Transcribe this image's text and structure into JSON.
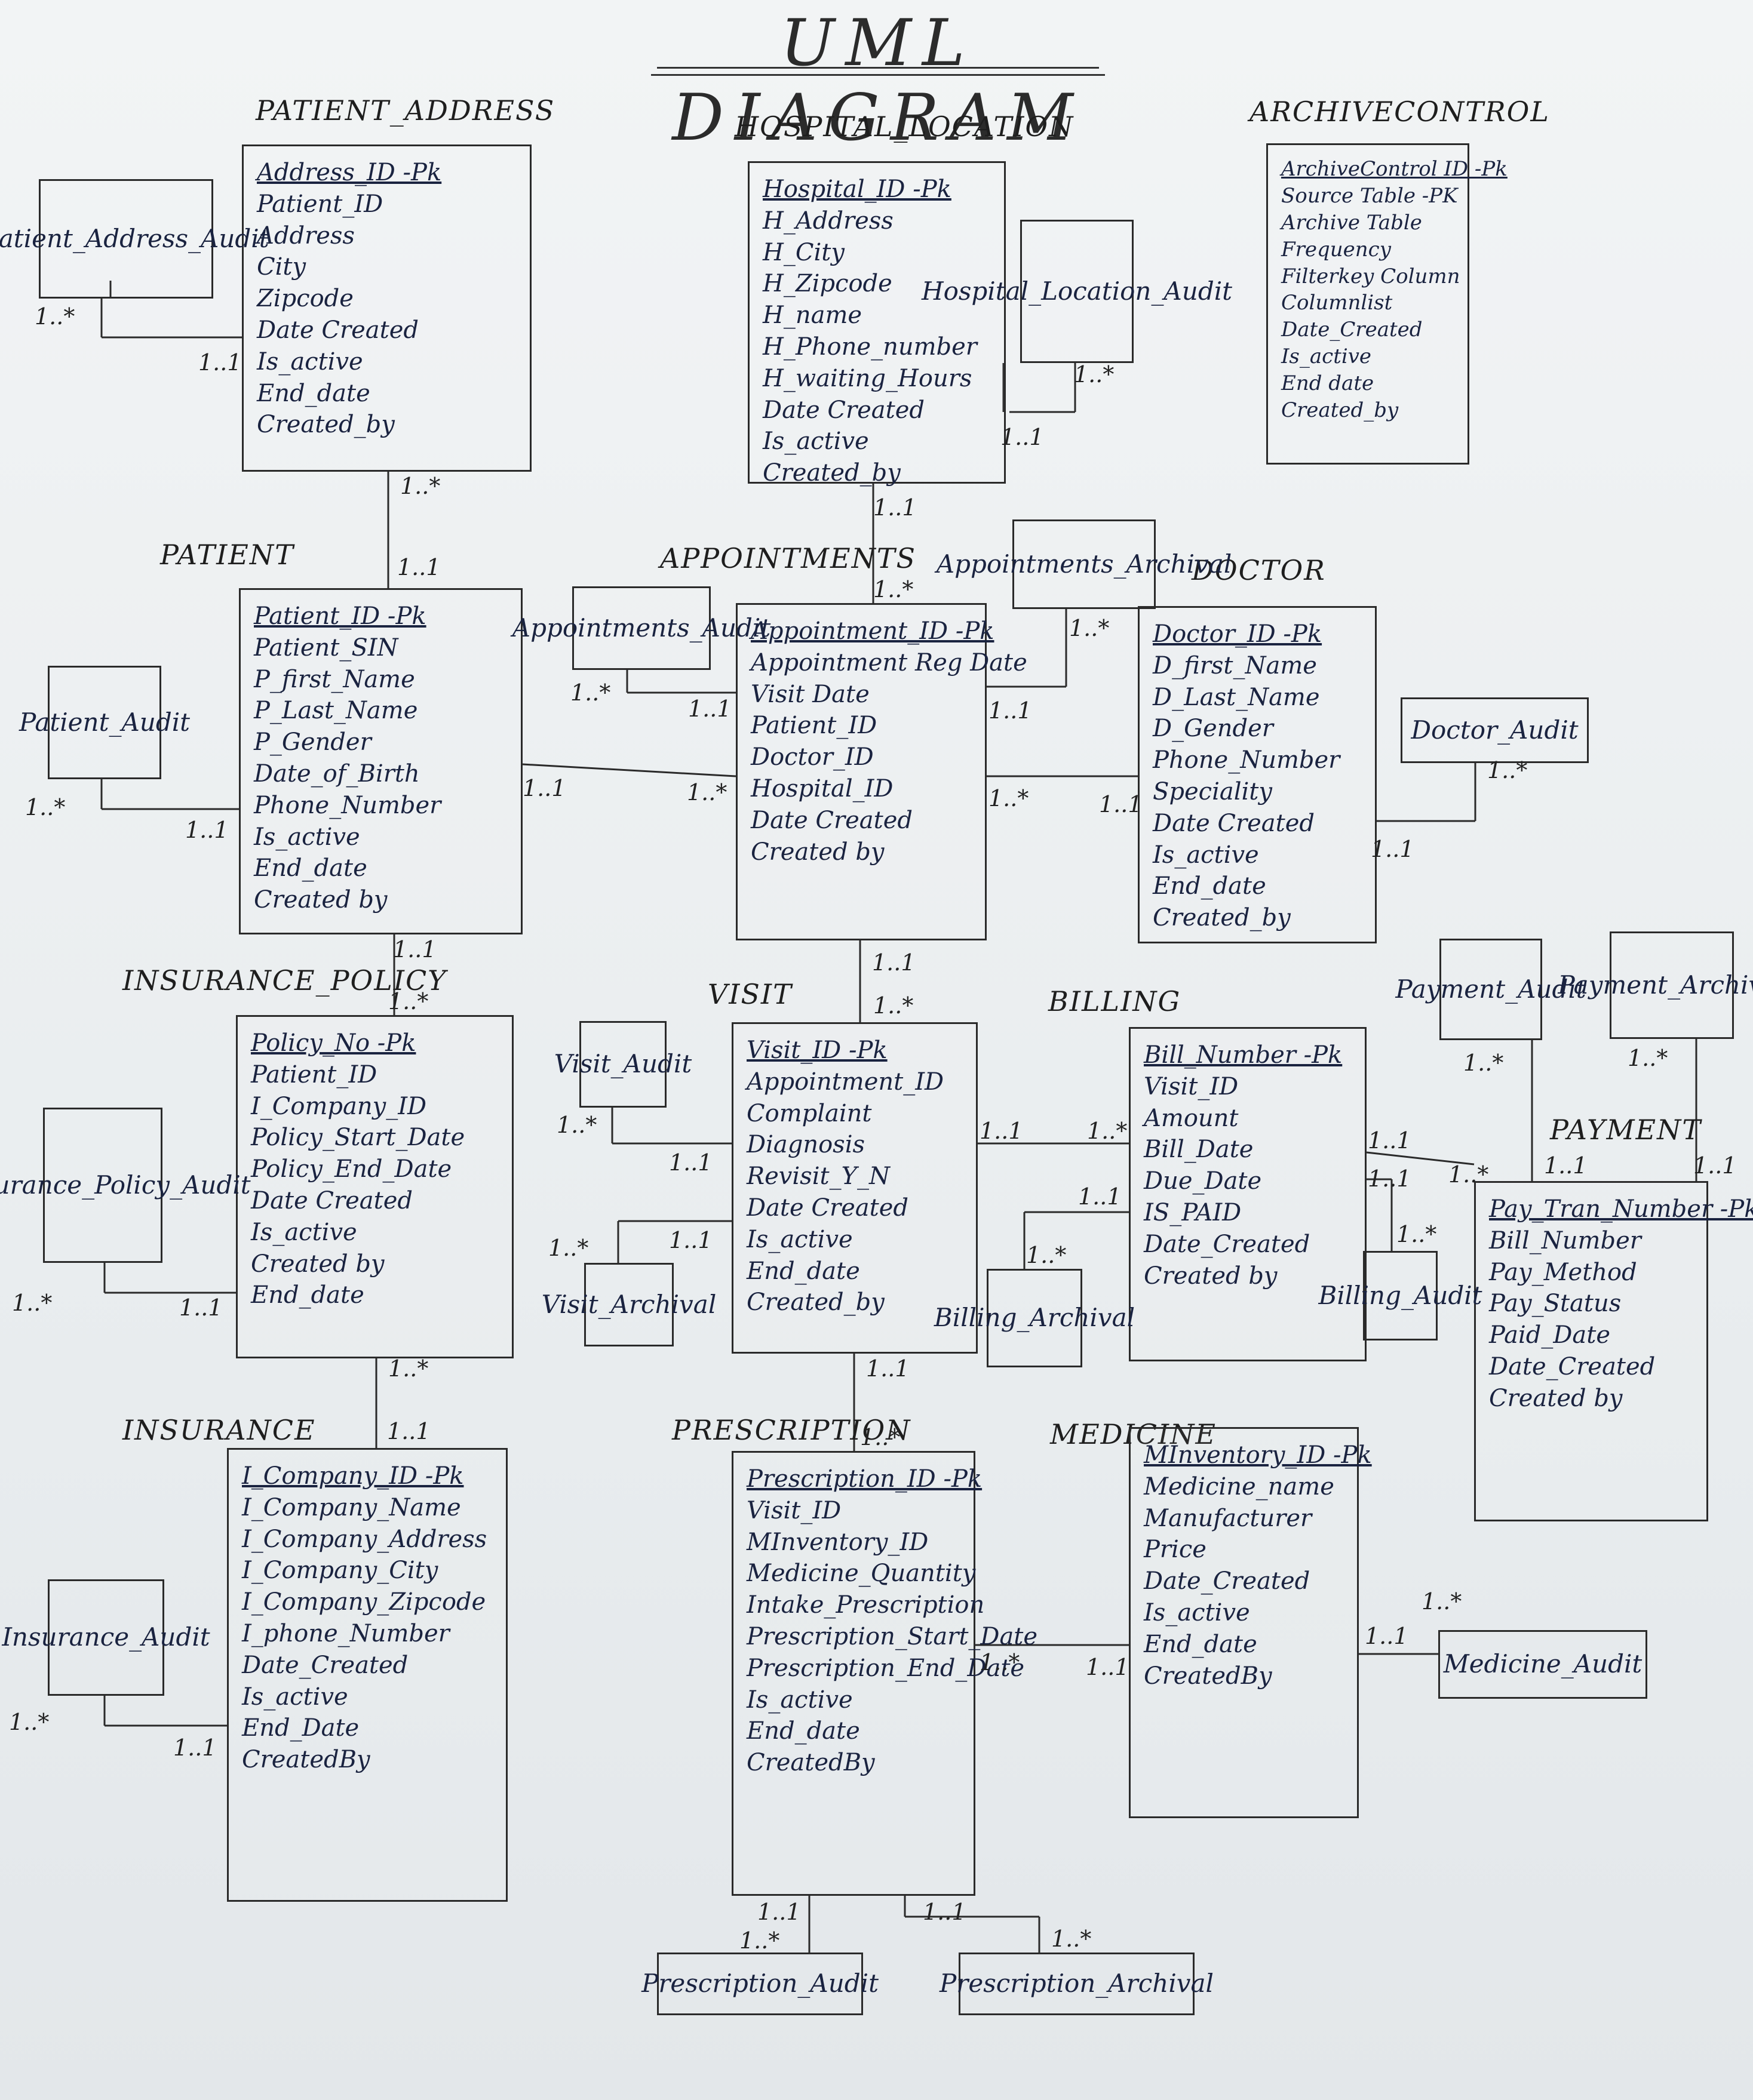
{
  "title": "UML DIAGRAM",
  "entities": {
    "patient_address": {
      "title": "PATIENT_ADDRESS",
      "attrs": [
        "Address_ID -Pk",
        "Patient_ID",
        "Address",
        "City",
        "Zipcode",
        "Date Created",
        "Is_active",
        "End_date",
        "Created_by"
      ]
    },
    "hospital_location": {
      "title": "HOSPITAL_LOCATION",
      "attrs": [
        "Hospital_ID -Pk",
        "H_Address",
        "H_City",
        "H_Zipcode",
        "H_name",
        "H_Phone_number",
        "H_waiting_Hours",
        "Date Created",
        "Is_active",
        "Created_by"
      ]
    },
    "archive_control": {
      "title": "ARCHIVECONTROL",
      "attrs": [
        "ArchiveControl ID -Pk",
        "Source Table -PK",
        "Archive Table",
        "Frequency",
        "Filterkey Column",
        "Columnlist",
        "Date_Created",
        "Is_active",
        "End date",
        "Created_by"
      ]
    },
    "patient": {
      "title": "PATIENT",
      "attrs": [
        "Patient_ID -Pk",
        "Patient_SIN",
        "P_first_Name",
        "P_Last_Name",
        "P_Gender",
        "Date_of_Birth",
        "Phone_Number",
        "Is_active",
        "End_date",
        "Created by"
      ]
    },
    "appointments": {
      "title": "APPOINTMENTS",
      "attrs": [
        "Appointment_ID -Pk",
        "Appointment Reg Date",
        "Visit Date",
        "Patient_ID",
        "Doctor_ID",
        "Hospital_ID",
        "Date Created",
        "Created by"
      ]
    },
    "doctor": {
      "title": "DOCTOR",
      "attrs": [
        "Doctor_ID -Pk",
        "D_first_Name",
        "D_Last_Name",
        "D_Gender",
        "Phone_Number",
        "Speciality",
        "Date Created",
        "Is_active",
        "End_date",
        "Created_by"
      ]
    },
    "insurance_policy": {
      "title": "INSURANCE_POLICY",
      "attrs": [
        "Policy_No -Pk",
        "Patient_ID",
        "I_Company_ID",
        "Policy_Start_Date",
        "Policy_End_Date",
        "Date Created",
        "Is_active",
        "Created by",
        "End_date"
      ]
    },
    "visit": {
      "title": "VISIT",
      "attrs": [
        "Visit_ID -Pk",
        "Appointment_ID",
        "Complaint",
        "Diagnosis",
        "Revisit_Y_N",
        "Date Created",
        "Is_active",
        "End_date",
        "Created_by"
      ]
    },
    "billing": {
      "title": "BILLING",
      "attrs": [
        "Bill_Number -Pk",
        "Visit_ID",
        "Amount",
        "Bill_Date",
        "Due_Date",
        "IS_PAID",
        "Date_Created",
        "Created by"
      ]
    },
    "payment": {
      "title": "PAYMENT",
      "attrs": [
        "Pay_Tran_Number -Pk",
        "Bill_Number",
        "Pay_Method",
        "Pay_Status",
        "Paid_Date",
        "Date_Created",
        "Created by"
      ]
    },
    "insurance": {
      "title": "INSURANCE",
      "attrs": [
        "I_Company_ID -Pk",
        "I_Company_Name",
        "I_Company_Address",
        "I_Company_City",
        "I_Company_Zipcode",
        "I_phone_Number",
        "Date_Created",
        "Is_active",
        "End_Date",
        "CreatedBy"
      ]
    },
    "prescription": {
      "title": "PRESCRIPTION",
      "attrs": [
        "Prescription_ID -Pk",
        "Visit_ID",
        "MInventory_ID",
        "Medicine_Quantity",
        "Intake_Prescription",
        "Prescription_Start_Date",
        "Prescription_End_Date",
        "Is_active",
        "End_date",
        "CreatedBy"
      ]
    },
    "medicine": {
      "title": "MEDICINE",
      "attrs": [
        "MInventory_ID -Pk",
        "Medicine_name",
        "Manufacturer",
        "Price",
        "Date_Created",
        "Is_active",
        "End_date",
        "CreatedBy"
      ]
    }
  },
  "audit_tables": {
    "patient_address_audit": "Patient_Address_Audit",
    "hospital_location_audit": "Hospital_Location_Audit",
    "appointments_audit": "Appointments_Audit",
    "appointments_archival": "Appointments_Archival",
    "patient_audit": "Patient_Audit",
    "doctor_audit": "Doctor_Audit",
    "insurance_policy_audit": "Insurance_Policy_Audit",
    "visit_audit": "Visit_Audit",
    "visit_archival": "Visit_Archival",
    "payment_audit": "Payment_Audit",
    "payment_archival": "Payment_Archival",
    "billing_archival": "Billing_Archival",
    "billing_audit": "Billing_Audit",
    "insurance_audit": "Insurance_Audit",
    "medicine_audit": "Medicine_Audit",
    "prescription_audit": "Prescription_Audit",
    "prescription_archival": "Prescription_Archival"
  },
  "multiplicities": {
    "one_to_one": "1..1",
    "one_to_many": "1..*"
  }
}
